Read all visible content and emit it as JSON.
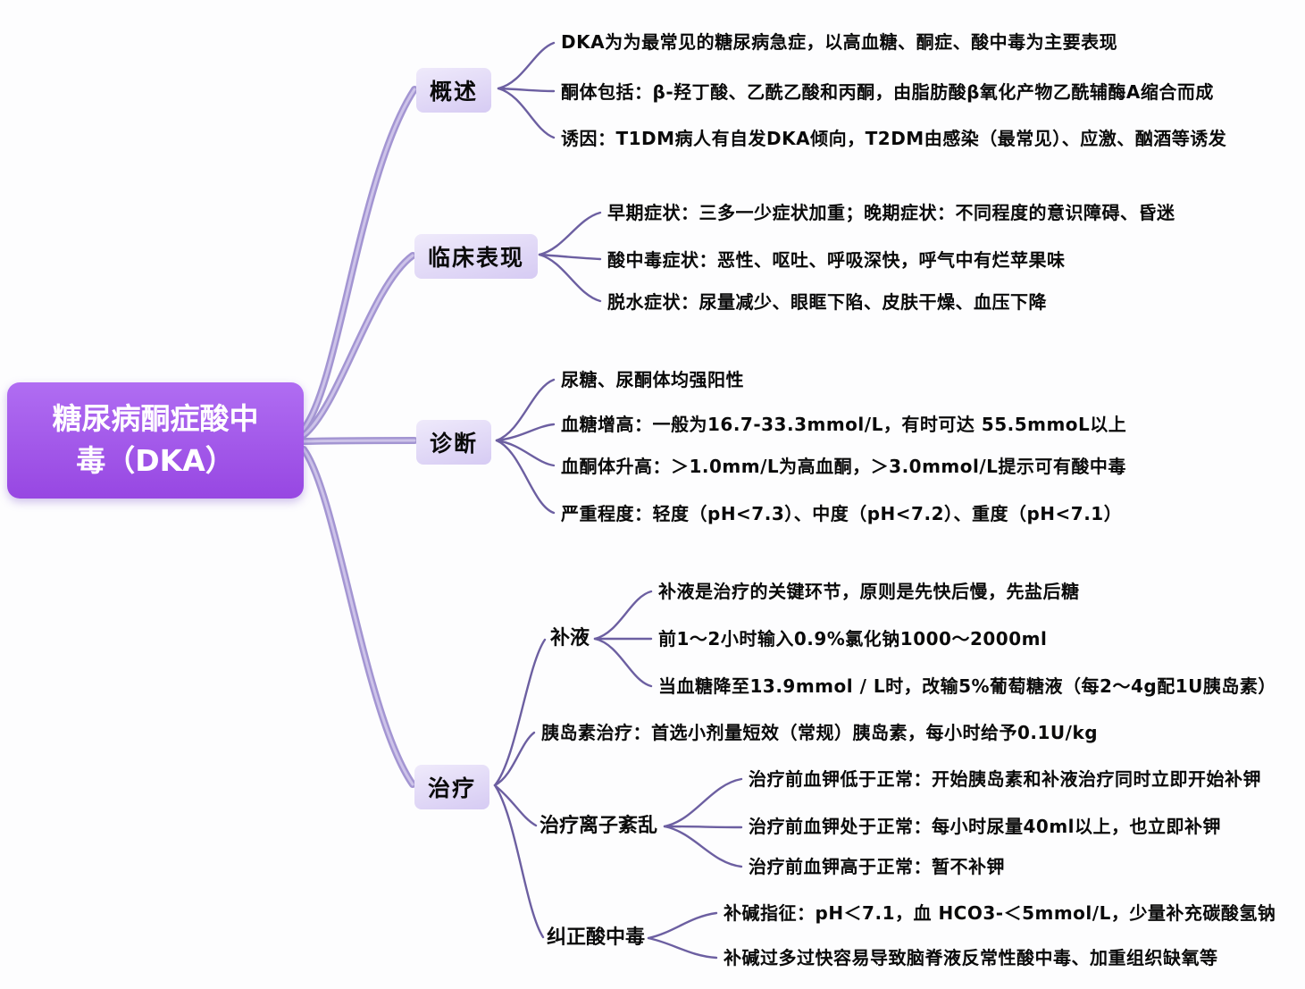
{
  "root": {
    "title": "糖尿病酮症酸中毒（DKA）"
  },
  "colors": {
    "root_bg_top": "#b06df2",
    "root_bg_bottom": "#9747e2",
    "branch_highlight": "#d6cbf3",
    "link_main": "#a395d2",
    "link_leaf": "#6c5fa1",
    "text": "#0a0a0a"
  },
  "branches": [
    {
      "label": "概述",
      "items": [
        "DKA为为最常见的糖尿病急症，以高血糖、酮症、酸中毒为主要表现",
        "酮体包括：β-羟丁酸、乙酰乙酸和丙酮，由脂肪酸β氧化产物乙酰辅酶A缩合而成",
        "诱因：T1DM病人有自发DKA倾向，T2DM由感染（最常见）、应激、酗酒等诱发"
      ]
    },
    {
      "label": "临床表现",
      "items": [
        "早期症状：三多一少症状加重；晚期症状：不同程度的意识障碍、昏迷",
        "酸中毒症状：恶性、呕吐、呼吸深快，呼气中有烂苹果味",
        "脱水症状：尿量减少、眼眶下陷、皮肤干燥、血压下降"
      ]
    },
    {
      "label": "诊断",
      "items": [
        "尿糖、尿酮体均强阳性",
        "血糖增高：一般为16.7-33.3mmol/L，有时可达 55.5mmoL以上",
        "血酮体升高：＞1.0mm/L为高血酮，＞3.0mmol/L提示可有酸中毒",
        "严重程度：轻度（pH<7.3）、中度（pH<7.2）、重度（pH<7.1）"
      ]
    },
    {
      "label": "治疗",
      "children": [
        {
          "label": "补液",
          "items": [
            "补液是治疗的关键环节，原则是先快后慢，先盐后糖",
            "前1～2小时输入0.9%氯化钠1000～2000ml",
            "当血糖降至13.9mmol / L时，改输5%葡萄糖液（每2～4g配1U胰岛素）"
          ]
        },
        {
          "label": "",
          "items": [
            "胰岛素治疗：首选小剂量短效（常规）胰岛素，每小时给予0.1U/kg"
          ]
        },
        {
          "label": "治疗离子紊乱",
          "items": [
            "治疗前血钾低于正常：开始胰岛素和补液治疗同时立即开始补钾",
            "治疗前血钾处于正常：每小时尿量40ml以上，也立即补钾",
            "治疗前血钾高于正常：暂不补钾"
          ]
        },
        {
          "label": "纠正酸中毒",
          "items": [
            "补碱指征：pH＜7.1，血 HCO3-＜5mmol/L，少量补充碳酸氢钠",
            "补碱过多过快容易导致脑脊液反常性酸中毒、加重组织缺氧等"
          ]
        }
      ]
    }
  ]
}
